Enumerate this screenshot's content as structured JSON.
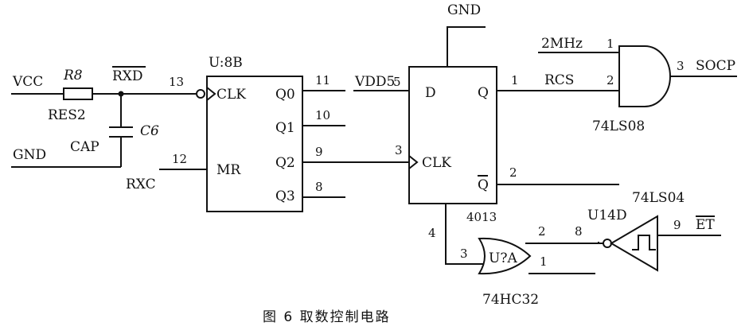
{
  "labels": {
    "vcc": "VCC",
    "gnd_left": "GND",
    "r8": "R8",
    "res2": "RES2",
    "rxd": "RXD",
    "c6": "C6",
    "cap": "CAP",
    "rxc": "RXC",
    "vdd5": "VDD5",
    "gnd_top": "GND",
    "clk_2mhz": "2MHz",
    "rcs": "RCS",
    "socp": "SOCP",
    "et": "ET"
  },
  "counter": {
    "ref": "U:8B",
    "clk": "CLK",
    "mr": "MR",
    "q0": "Q0",
    "q1": "Q1",
    "q2": "Q2",
    "q3": "Q3",
    "pin_clk": "13",
    "pin_mr": "12",
    "pin_q0": "11",
    "pin_q1": "10",
    "pin_q2": "9",
    "pin_q3": "8"
  },
  "flipflop": {
    "part": "4013",
    "d": "D",
    "q": "Q",
    "clk": "CLK",
    "qbar": "Q",
    "pin_d": "5",
    "pin_q": "1",
    "pin_clk": "3",
    "pin_qbar": "2",
    "pin_bottom": "4"
  },
  "and_gate": {
    "part": "74LS08",
    "pin_in1": "1",
    "pin_in2": "2",
    "pin_out": "3"
  },
  "or_gate": {
    "ref": "U?A",
    "part": "74HC32",
    "pin_in_top": "2",
    "pin_in_left": "3",
    "pin_in_bottom": "1"
  },
  "inverter": {
    "ref": "U14D",
    "part": "74LS04",
    "pin_in": "8",
    "pin_out": "9"
  },
  "caption": "图 6    取数控制电路"
}
